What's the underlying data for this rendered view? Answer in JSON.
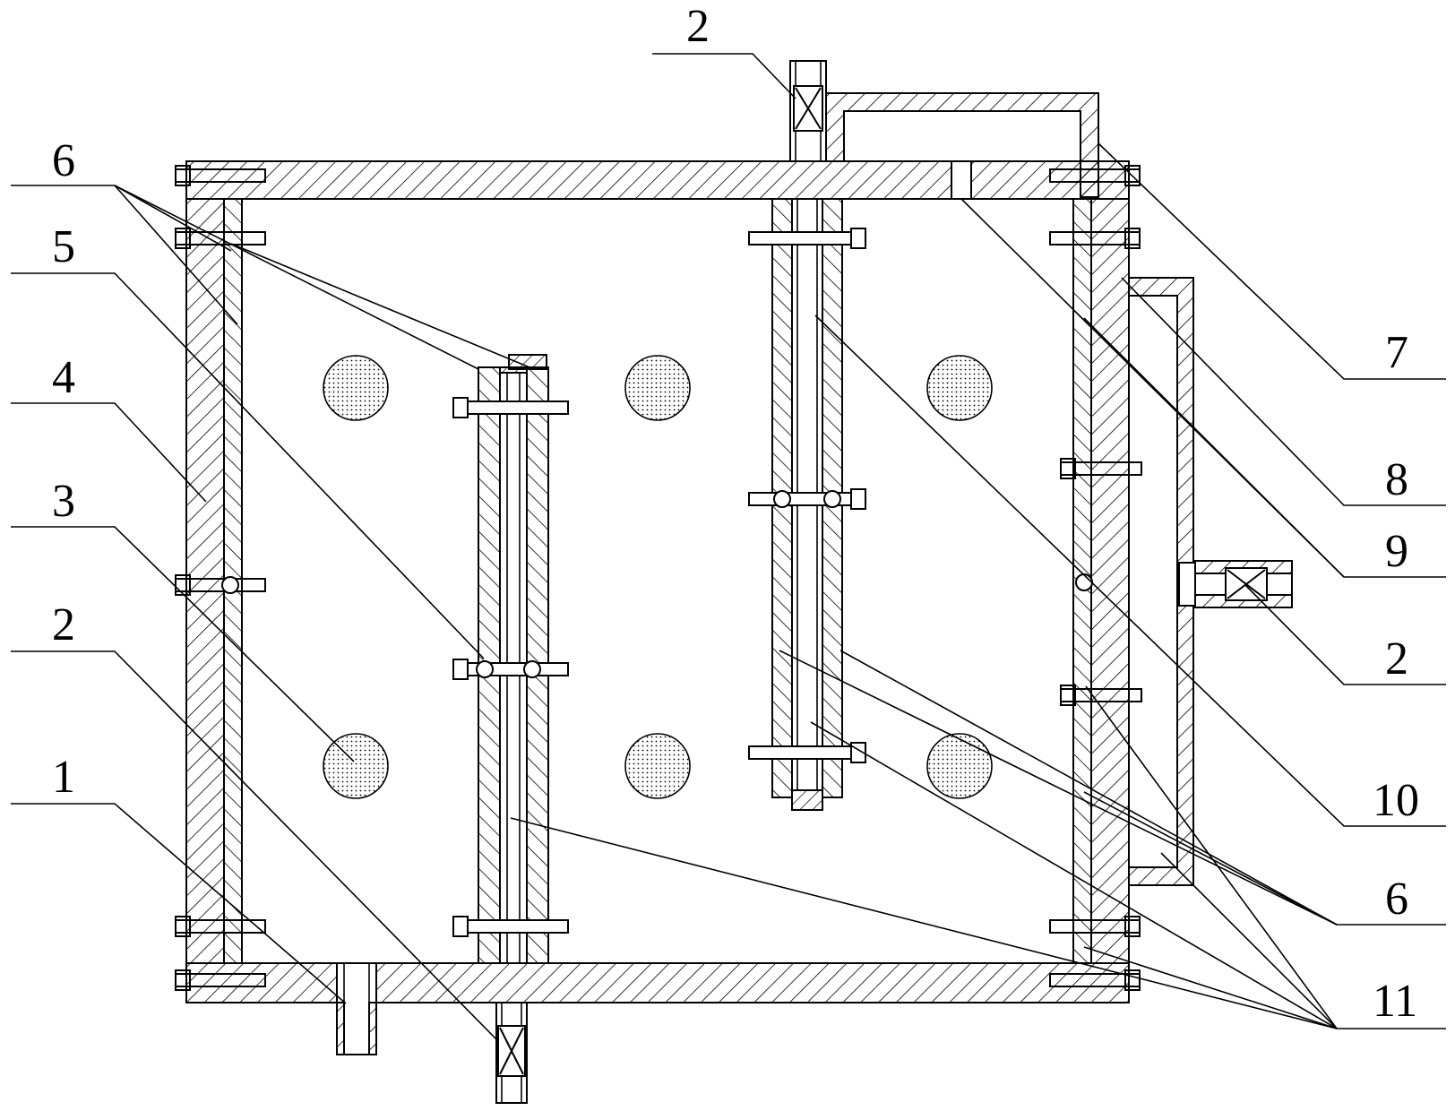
{
  "labels": {
    "left": [
      {
        "id": "label-6-left",
        "text": "6"
      },
      {
        "id": "label-5",
        "text": "5"
      },
      {
        "id": "label-4",
        "text": "4"
      },
      {
        "id": "label-3",
        "text": "3"
      },
      {
        "id": "label-2-left",
        "text": "2"
      },
      {
        "id": "label-1",
        "text": "1"
      }
    ],
    "right": [
      {
        "id": "label-7",
        "text": "7"
      },
      {
        "id": "label-8",
        "text": "8"
      },
      {
        "id": "label-9",
        "text": "9"
      },
      {
        "id": "label-2-right",
        "text": "2"
      },
      {
        "id": "label-10",
        "text": "10"
      },
      {
        "id": "label-6-right",
        "text": "6"
      },
      {
        "id": "label-11",
        "text": "11"
      }
    ],
    "top": {
      "id": "label-2-top",
      "text": "2"
    }
  }
}
